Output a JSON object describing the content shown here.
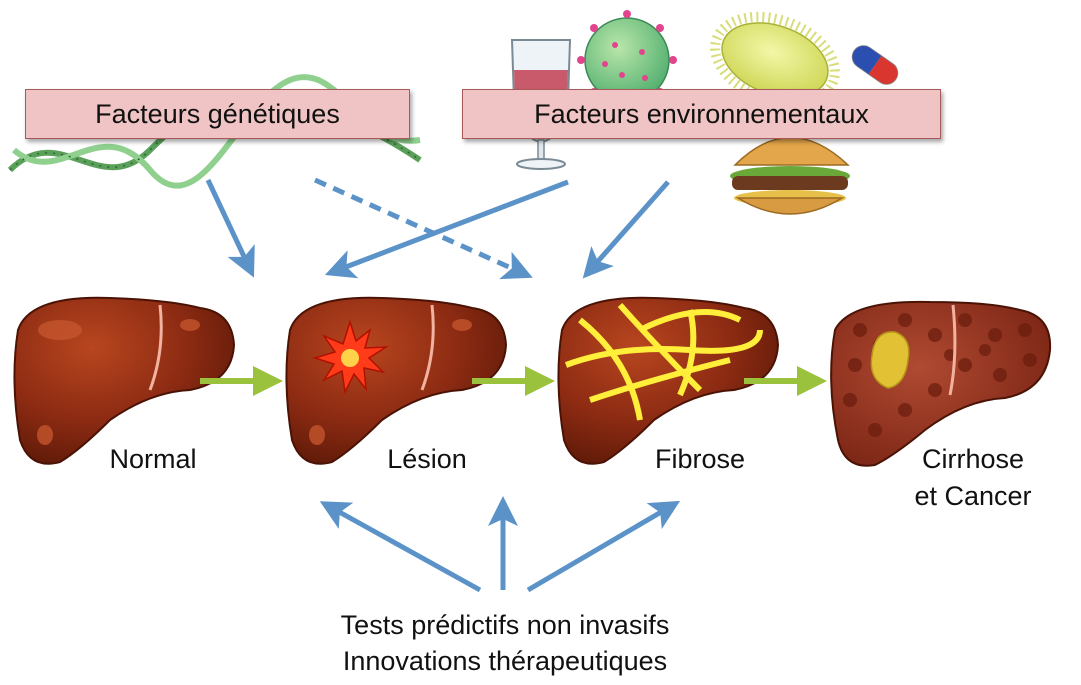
{
  "factors": {
    "genetic": "Facteurs génétiques",
    "environmental": "Facteurs environnementaux"
  },
  "stages": {
    "normal": "Normal",
    "lesion": "Lésion",
    "fibrose": "Fibrose",
    "cirrhose_line1": "Cirrhose",
    "cirrhose_line2": "et Cancer"
  },
  "bottom": {
    "line1": "Tests prédictifs non invasifs",
    "line2": "Innovations thérapeutiques"
  },
  "colors": {
    "blue_arrow": "#5b93c9",
    "green_arrow": "#9ac23c",
    "liver": "#8b2a12",
    "box_fill": "#f0c4c4"
  },
  "icons": [
    "dna-helix-icon",
    "wine-glass-icon",
    "virus-icon",
    "bacterium-icon",
    "pill-capsule-icon",
    "burger-icon"
  ]
}
